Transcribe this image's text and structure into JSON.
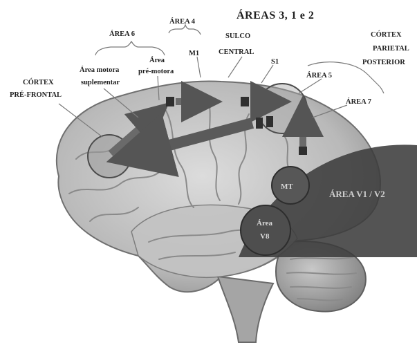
{
  "labels": {
    "areas_3_1_2": "ÁREAS 3, 1 e 2",
    "area_4": "ÁREA 4",
    "area_6": "ÁREA 6",
    "m1": "M1",
    "sulco_central": [
      "SULCO",
      "CENTRAL"
    ],
    "cortex_parietal_posterior": [
      "CÓRTEX",
      "PARIETAL",
      "POSTERIOR"
    ],
    "cortex_pre_frontal": [
      "CÓRTEX",
      "PRÉ-FRONTAL"
    ],
    "area_motora_suplementar": [
      "Área motora",
      "suplementar"
    ],
    "area_pre_motora": [
      "Área",
      "pré-motora"
    ],
    "s1": "S1",
    "area_5": "ÁREA 5",
    "area_7": "ÁREA 7",
    "mt": "MT",
    "area_v1_v2": "ÁREA V1 / V2",
    "area_v8": [
      "Área",
      "V8"
    ]
  }
}
